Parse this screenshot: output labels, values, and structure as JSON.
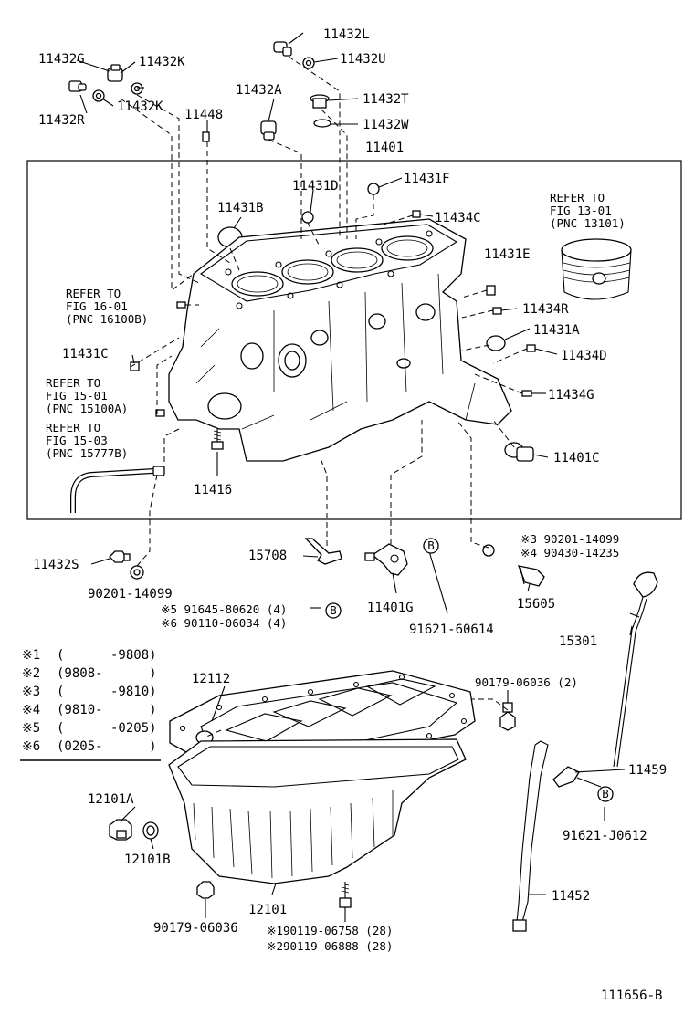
{
  "labels": {
    "p11432G": "11432G",
    "p11432K_a": "11432K",
    "p11432R": "11432R",
    "p11432K_b": "11432K",
    "p11448": "11448",
    "p11432A": "11432A",
    "p11432L": "11432L",
    "p11432U": "11432U",
    "p11432T": "11432T",
    "p11432W": "11432W",
    "p11401": "11401",
    "p11431F": "11431F",
    "p11431D": "11431D",
    "p11431B": "11431B",
    "p11434C": "11434C",
    "p11431E": "11431E",
    "p11434R": "11434R",
    "p11431A": "11431A",
    "p11434D": "11434D",
    "p11434G": "11434G",
    "p11431C": "11431C",
    "p11416": "11416",
    "p11401C": "11401C",
    "p11432S": "11432S",
    "p90201_14099_a": "90201-14099",
    "p15708": "15708",
    "p11401G": "11401G",
    "p91621_60614": "91621-60614",
    "p15605": "15605",
    "p15301": "15301",
    "p90179_06036_2": "90179-06036 (2)",
    "p12112": "12112",
    "p11459": "11459",
    "p91621_J0612": "91621-J0612",
    "p12101A": "12101A",
    "p12101B": "12101B",
    "p12101": "12101",
    "p11452": "11452",
    "p90179_06036": "90179-06036",
    "note_x1_90119": "※190119-06758 (28)",
    "note_x2_90119": "※290119-06888 (28)",
    "note_x5_91645": "※5 91645-80620 (4)",
    "note_x6_90110": "※6 90110-06034 (4)",
    "note_x3_90201": "※3  90201-14099",
    "note_x4_90430": "※4  90430-14235",
    "b_mark": "B",
    "figure_id": "111656-B"
  },
  "refer_notes": {
    "fig13_01": [
      "REFER TO",
      "FIG 13-01",
      "(PNC 13101)"
    ],
    "fig16_01": [
      "REFER TO",
      "FIG 16-01",
      "(PNC 16100B)"
    ],
    "fig15_01": [
      "REFER TO",
      "FIG 15-01",
      "(PNC 15100A)"
    ],
    "fig15_03": [
      "REFER TO",
      "FIG 15-03",
      "(PNC 15777B)"
    ]
  },
  "legend": [
    {
      "mark": "※1",
      "range": "(      -9808)"
    },
    {
      "mark": "※2",
      "range": "(9808-      )"
    },
    {
      "mark": "※3",
      "range": "(      -9810)"
    },
    {
      "mark": "※4",
      "range": "(9810-      )"
    },
    {
      "mark": "※5",
      "range": "(      -0205)"
    },
    {
      "mark": "※6",
      "range": "(0205-      )"
    }
  ]
}
